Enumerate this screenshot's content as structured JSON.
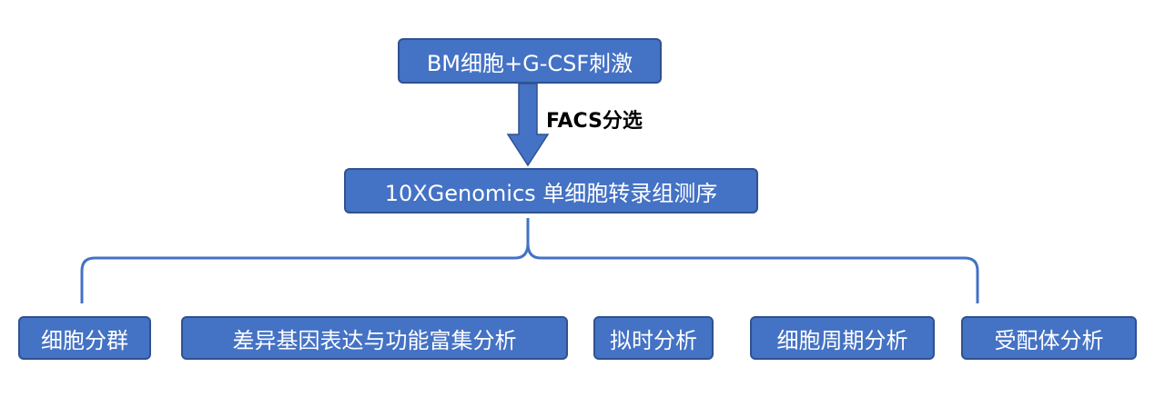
{
  "top_node": {
    "label": "BM细胞+G-CSF刺激"
  },
  "arrow": {
    "label": "FACS分选"
  },
  "middle_node": {
    "label": "10XGenomics 单细胞转录组测序"
  },
  "analyses": [
    {
      "label": "细胞分群"
    },
    {
      "label": "差异基因表达与功能富集分析"
    },
    {
      "label": "拟时分析"
    },
    {
      "label": "细胞周期分析"
    },
    {
      "label": "受配体分析"
    }
  ],
  "colors": {
    "box_fill": "#4472c4",
    "box_border": "#2f528f",
    "connector": "#4472c4",
    "text_on_box": "#ffffff"
  }
}
